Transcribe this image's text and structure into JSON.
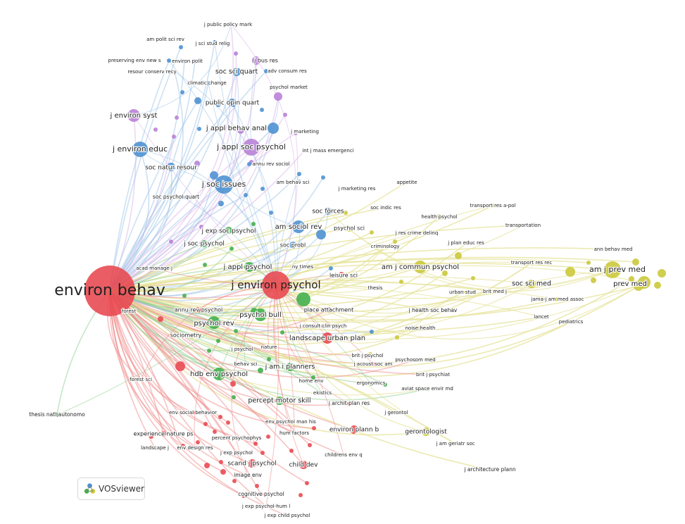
{
  "app": {
    "logo_text": "VOSviewer",
    "logo_icon": "vosviewer-logo-icon"
  },
  "colors": {
    "red": "#e8474f",
    "green": "#3fae49",
    "blue": "#4a90d0",
    "purple": "#b77ed6",
    "yellow": "#c9c737",
    "link_red": "#f08a8a",
    "link_green": "#8fd08f",
    "link_blue": "#9cc3e8",
    "link_purple": "#d9b4ea",
    "link_yellow": "#e6e39a"
  },
  "labels": {
    "environ_behav": "environ behav",
    "j_environ_psychol": "j environ psychol",
    "j_soc_issues": "j soc issues",
    "j_environ_educ": "j environ educ",
    "j_appl_soc_psychol": "j appl soc psychol",
    "j_environ_syst": "j environ syst",
    "j_appl_behav_anal": "j appl behav anal",
    "public_opin_quart": "public opin quart",
    "soc_sci_quart": "soc sci quart",
    "j_public_policy_mark": "j public policy mark",
    "am_polit_sci_rev": "am polit sci rev",
    "j_sci_stud_relig": "j sci stud relig",
    "j_bus_res": "j bus res",
    "preserving_env_new_s": "preserving env new s",
    "environ_polit": "environ polit",
    "resour_conserv_recy": "resour conserv recy",
    "adv_consum_res": "adv consum res",
    "climatic_change": "climatic change",
    "psychol_market": "psychol market",
    "j_marketing": "j marketing",
    "int_j_mass_emergenci": "int j mass emergenci",
    "soc_natur_resour": "soc natur resour",
    "annu_rev_sociol": "annu rev sociol",
    "am_behav_sci": "am behav sci",
    "j_marketing_res": "j marketing res",
    "soc_psychol_quart": "soc psychol quart",
    "appetite": "appetite",
    "soc_forces": "soc forces",
    "soc_indic_res": "soc indic res",
    "transport_res_a_pol": "transport res a-pol",
    "health_psychol": "health psychol",
    "transportation": "transportation",
    "j_exp_soc_psychol": "j exp soc psychol",
    "am_sociol_rev": "am sociol rev",
    "psychol_sci": "psychol sci",
    "j_res_crime_delinq": "j res crime delinq",
    "j_plan_educ_res": "j plan educ res",
    "j_soc_psychol": "j soc psychol",
    "soc_probl": "soc probl",
    "criminology": "criminology",
    "ann_behav_med": "ann behav med",
    "acad_manage_j": "acad manage j",
    "ny_times": "ny times",
    "j_appl_psychol": "j appl psychol",
    "am_j_commun_psychol": "am j commun psychol",
    "transport_res_rec": "transport res rec",
    "am_j_prev_med": "am j prev med",
    "leisure_sci": "leisure sci",
    "prev_med": "prev med",
    "thesis": "thesis",
    "soc_sci_med": "soc sci med",
    "urban_stud": "urban stud",
    "brit_med_j": "brit med j",
    "jama_j_am_med_assoc": "jama-j am med assoc",
    "forest": "forest",
    "annu_rev_psychol": "annu rev psychol",
    "psychol_bull": "psychol bull",
    "place_attachment": "place attachment",
    "j_health_soc_behav": "j health soc behav",
    "lancet": "lancet",
    "pediatrics": "pediatrics",
    "psychol_rev": "psychol rev",
    "j_consult_clin_psych": "j consult clin psych",
    "noise_health": "noise health",
    "sociometry": "sociometry",
    "landscape_urban_plan": "landscape urban plan",
    "j_psychol": "j psychol",
    "nature": "nature",
    "brit_j_psychol": "brit j psychol",
    "behav_sci": "behav sci",
    "j_am_i_planners": "j am i planners",
    "j_acoust_soc_am": "j acoust soc am",
    "psychosom_med": "psychosom med",
    "hdb_env_psychol": "hdb env psychol",
    "brit_j_psychiat": "brit j psychiat",
    "forest_sci": "forest sci",
    "home_env": "home env",
    "ergonomics": "ergonomics",
    "aviat_space_envir_md": "aviat space envir md",
    "ekistics": "ekistics",
    "percept_motor_skill": "percept motor skill",
    "j_archit_plan_res": "j archit plan res",
    "j_gerontol": "j gerontol",
    "thesis_natl_autonomo": "thesis natl autonomo",
    "env_social_behavior": "env social behavior",
    "env_psychol_man_his": "env psychol man his",
    "environ_plann_b": "environ plann b",
    "gerontologist": "gerontologist",
    "experience_nature_ps": "experience nature ps",
    "hum_factors": "hum factors",
    "percent_psychophys": "percent psychophys",
    "j_am_geriatr_soc": "j am geriatr soc",
    "landscape_j": "landscape j",
    "env_design_res": "env design res",
    "j_exp_psychol": "j exp psychol",
    "childrens_env_q": "childrens env q",
    "scand_j_psychol": "scand j psychol",
    "child_dev": "child dev",
    "j_architecture_plann": "j architecture plann",
    "image_env": "image env",
    "cognitive_psychol": "cognitive psychol",
    "j_exp_psychol_hum_l": "j exp psychol-hum l",
    "j_exp_child_psychol": "j exp child psychol"
  }
}
